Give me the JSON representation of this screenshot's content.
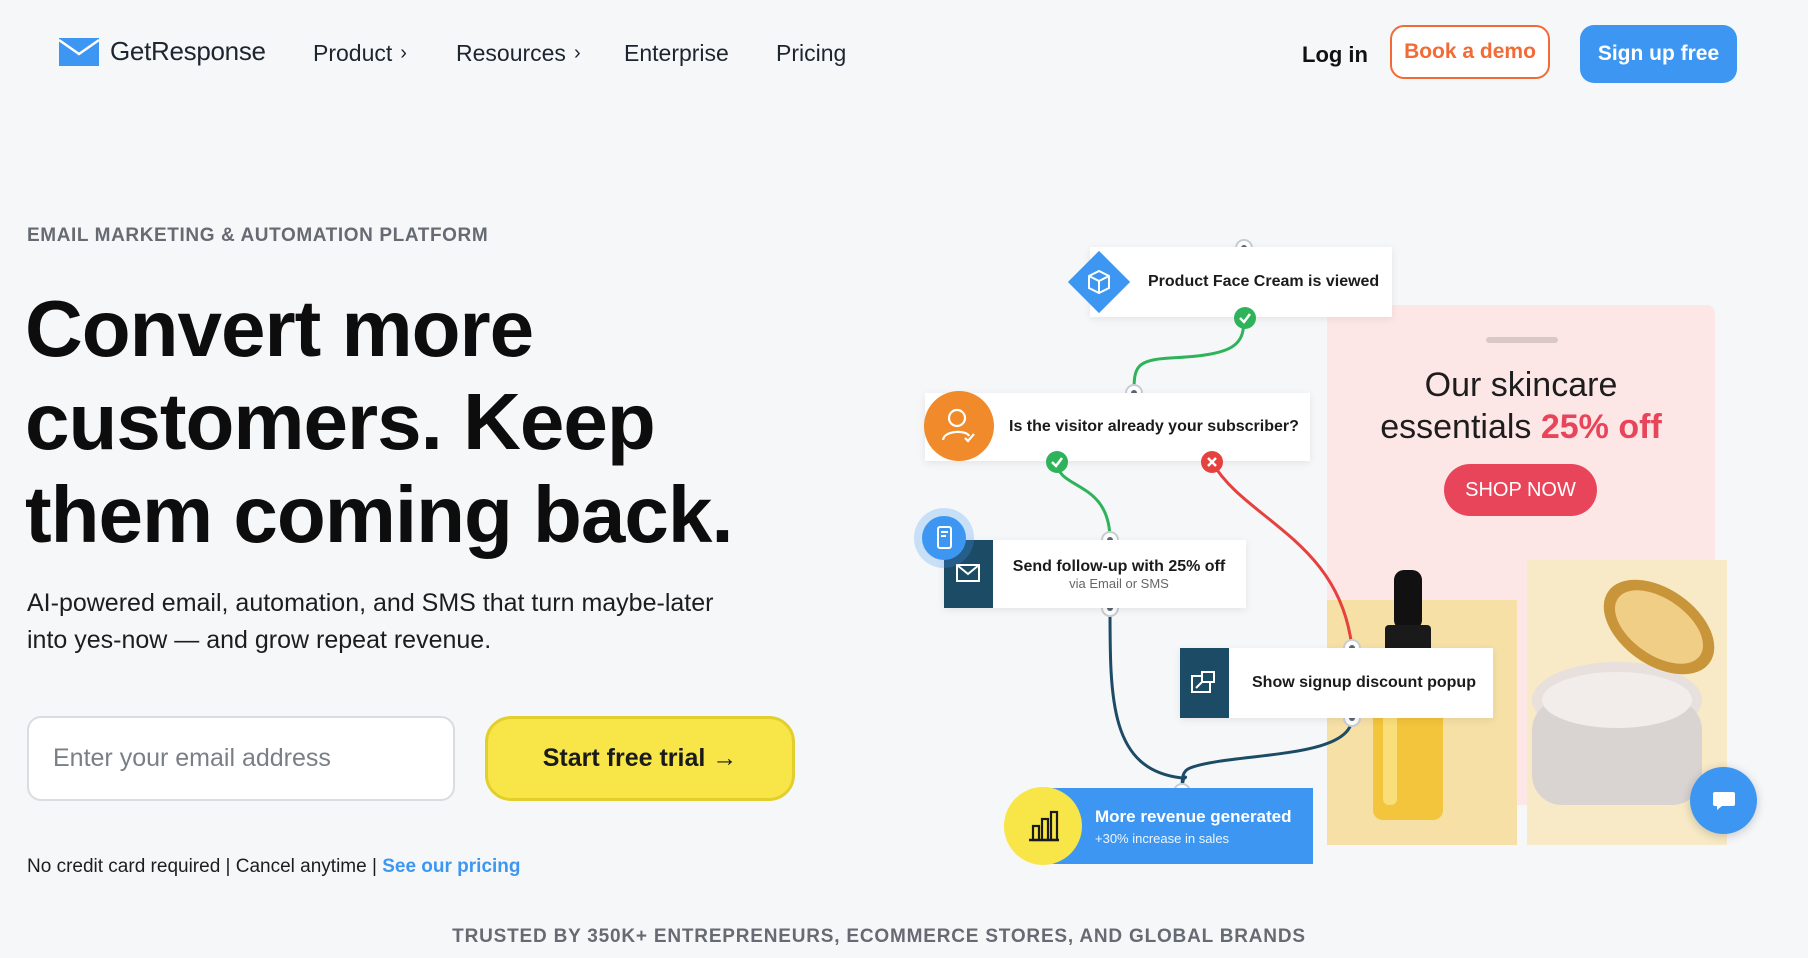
{
  "header": {
    "logo_text": "GetResponse",
    "nav": [
      {
        "label": "Product",
        "has_submenu": true
      },
      {
        "label": "Resources",
        "has_submenu": true
      },
      {
        "label": "Enterprise",
        "has_submenu": false
      },
      {
        "label": "Pricing",
        "has_submenu": false
      }
    ],
    "chevron": "›",
    "login_label": "Log in",
    "demo_label": "Book a demo",
    "signup_label": "Sign up free"
  },
  "hero": {
    "eyebrow": "EMAIL MARKETING & AUTOMATION PLATFORM",
    "headline_lines": [
      "Convert more",
      "customers. Keep",
      "them coming back."
    ],
    "subtext_lines": [
      "AI-powered email, automation, and SMS that turn maybe-later",
      "into yes-now — and grow repeat revenue."
    ],
    "email_placeholder": "Enter your email address",
    "cta_label": "Start free trial →",
    "fineprint": "No credit card required | Cancel anytime | ",
    "pricing_link": "See our pricing"
  },
  "workflow": {
    "node1": "Product Face Cream is viewed",
    "node2": "Is the visitor already your subscriber?",
    "node3_title": "Send follow-up with 25% off",
    "node3_sub": "via Email or SMS",
    "node4": "Show signup discount popup",
    "node5_title": "More revenue generated",
    "node5_sub": "+30% increase in sales"
  },
  "promo": {
    "title_line1": "Our skincare",
    "title_line2_prefix": "essentials ",
    "title_accent": "25% off",
    "shop_label": "SHOP NOW"
  },
  "trusted": "TRUSTED BY 350K+ ENTREPRENEURS, ECOMMERCE STORES, AND GLOBAL BRANDS",
  "colors": {
    "brand_blue": "#3d97f2",
    "demo_orange": "#f26a36",
    "cta_yellow": "#f8e547",
    "promo_pink": "#e9455a",
    "success_green": "#2fb35a",
    "error_red": "#e5413f"
  }
}
